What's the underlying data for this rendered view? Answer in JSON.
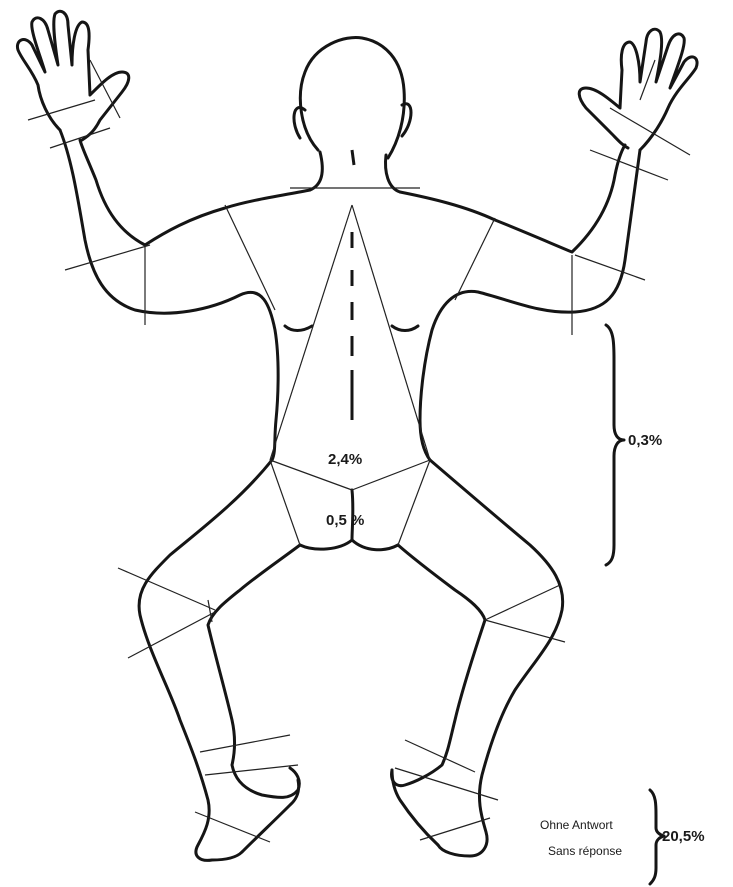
{
  "regions": {
    "lower_back": "2,4%",
    "buttocks": "0,5 %",
    "back_side_bracket": "0,3%"
  },
  "no_answer": {
    "german": "Ohne Antwort",
    "french": "Sans réponse",
    "value": "20,5%"
  }
}
